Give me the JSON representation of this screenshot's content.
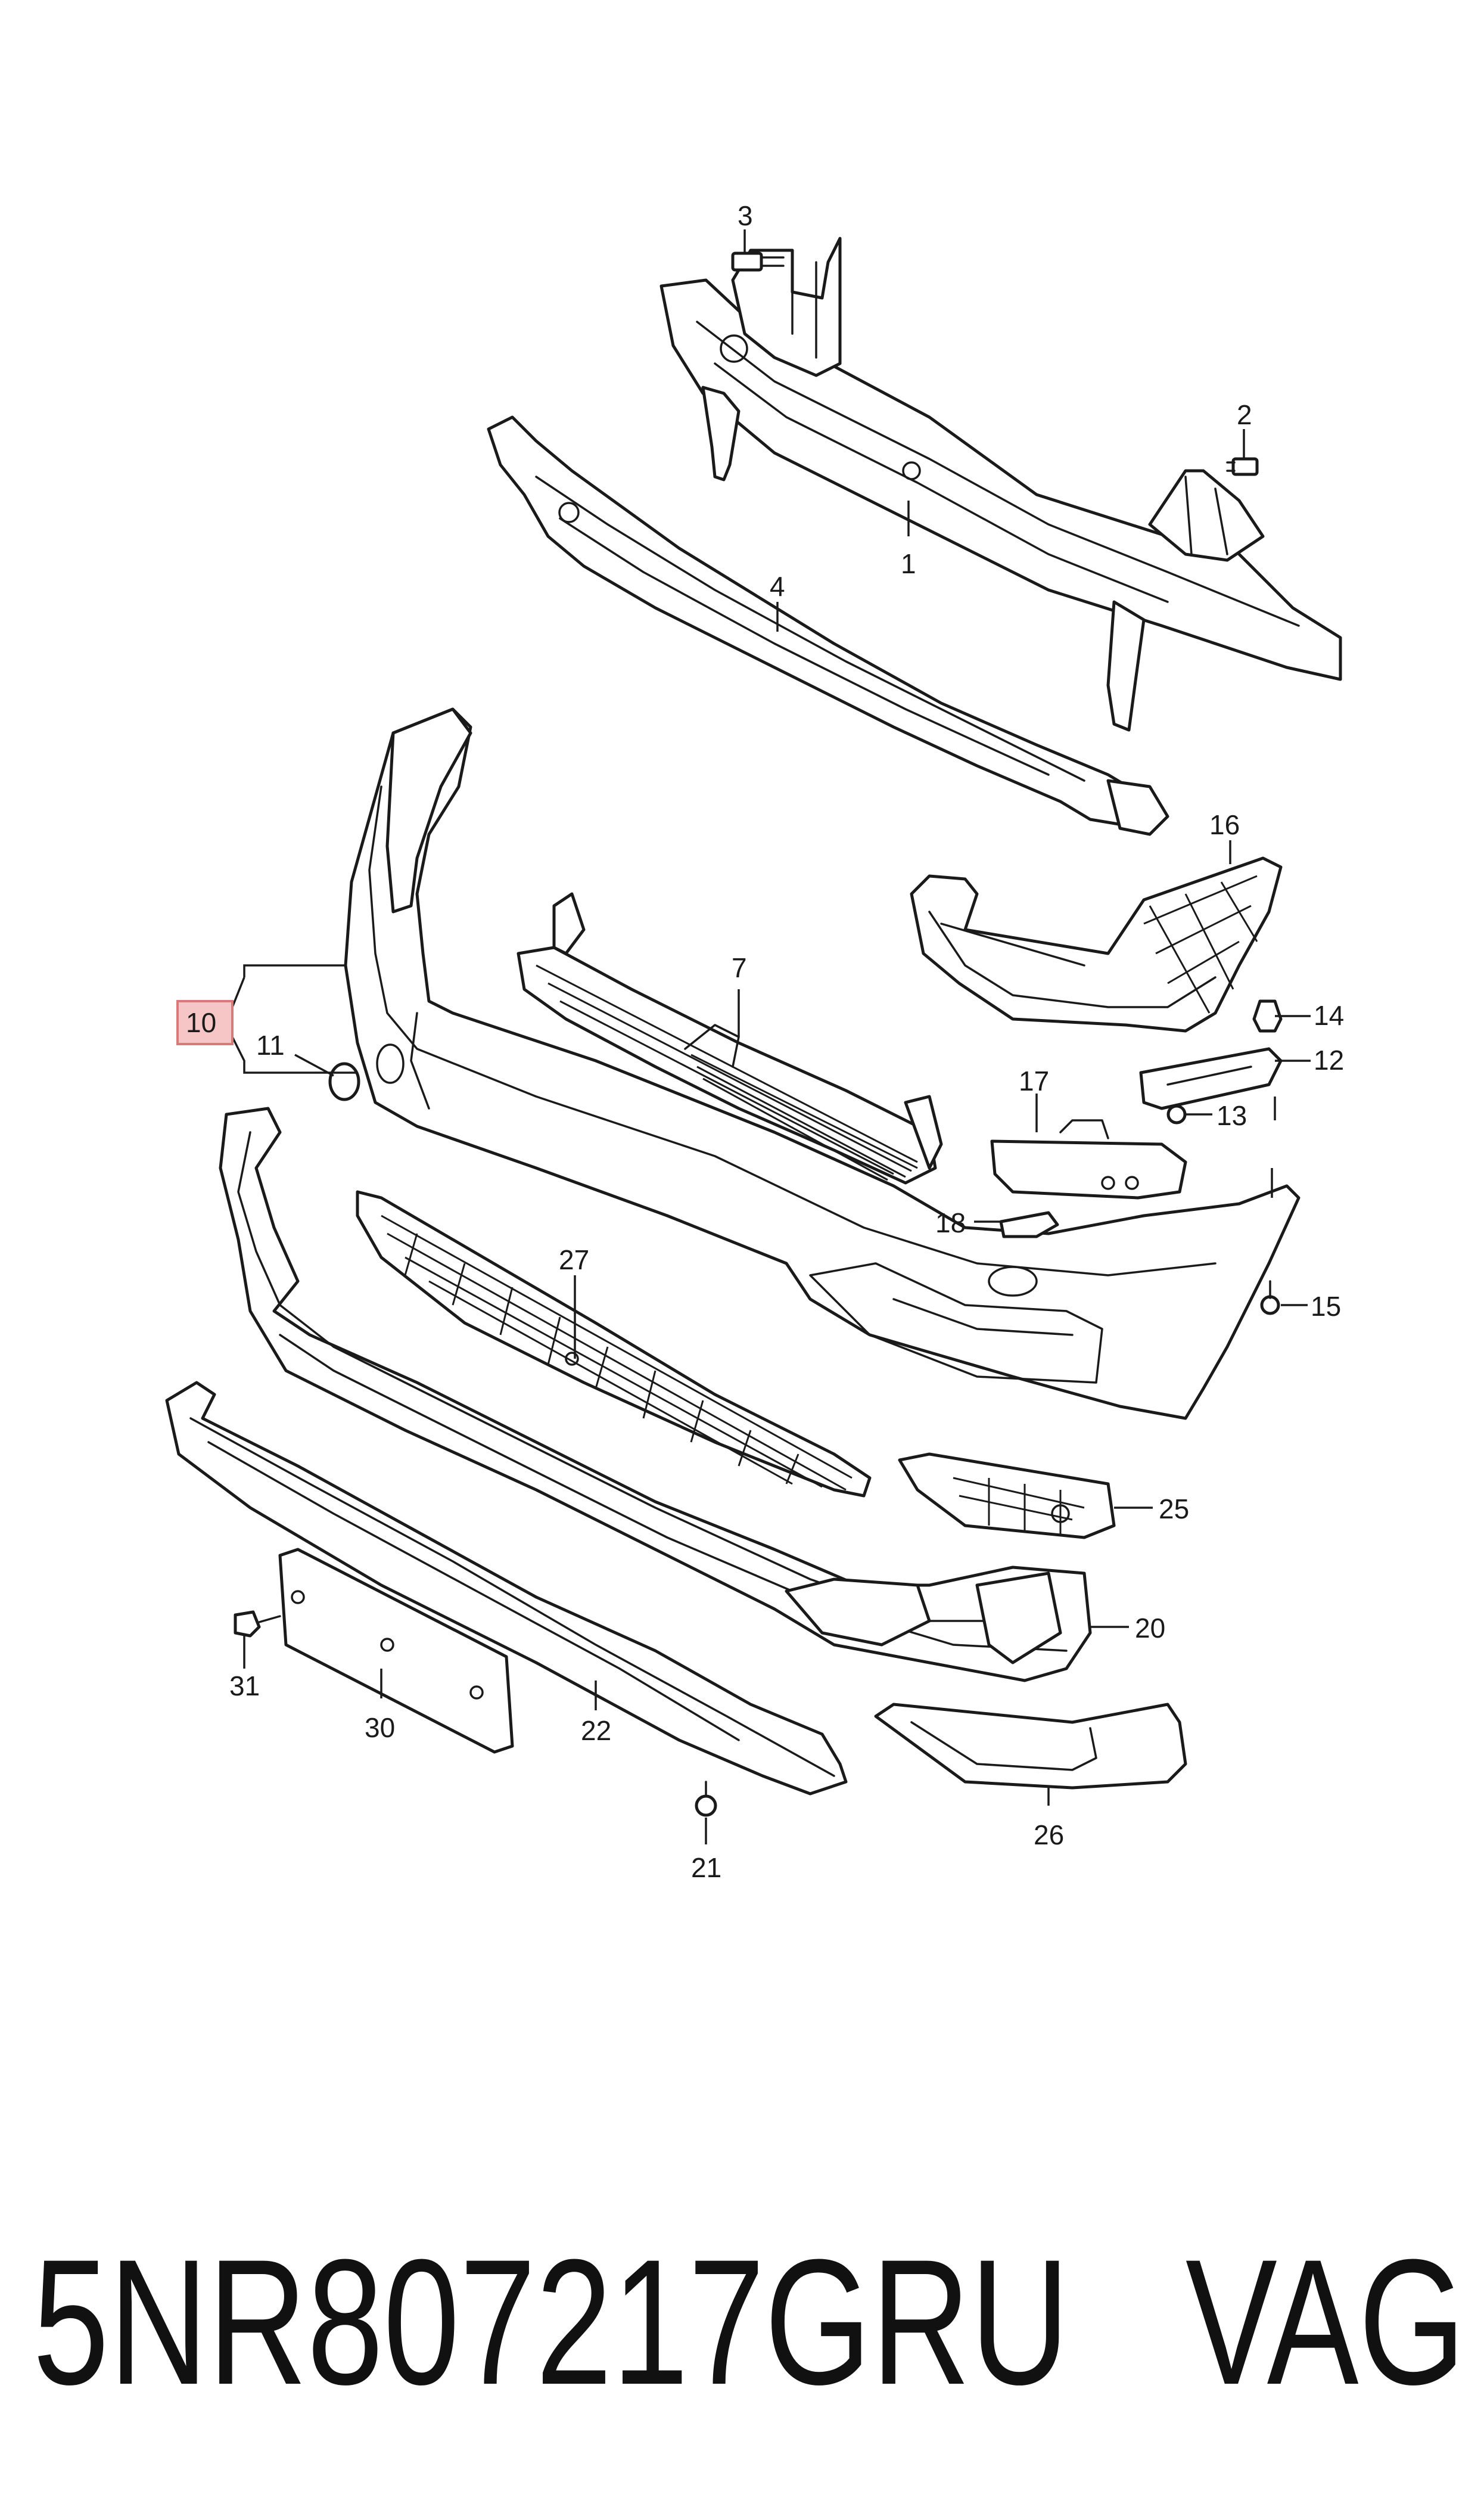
{
  "labels": [
    "1",
    "2",
    "3",
    "4",
    "7",
    "10",
    "11",
    "12",
    "13",
    "14",
    "15",
    "16",
    "17",
    "18",
    "20",
    "21",
    "22",
    "25",
    "26",
    "27",
    "30",
    "31"
  ],
  "highlighted_label": "10",
  "highlight_color": "#f6c6c6",
  "footer": {
    "part_number": "5NR807217GRU",
    "brand": "VAG"
  }
}
